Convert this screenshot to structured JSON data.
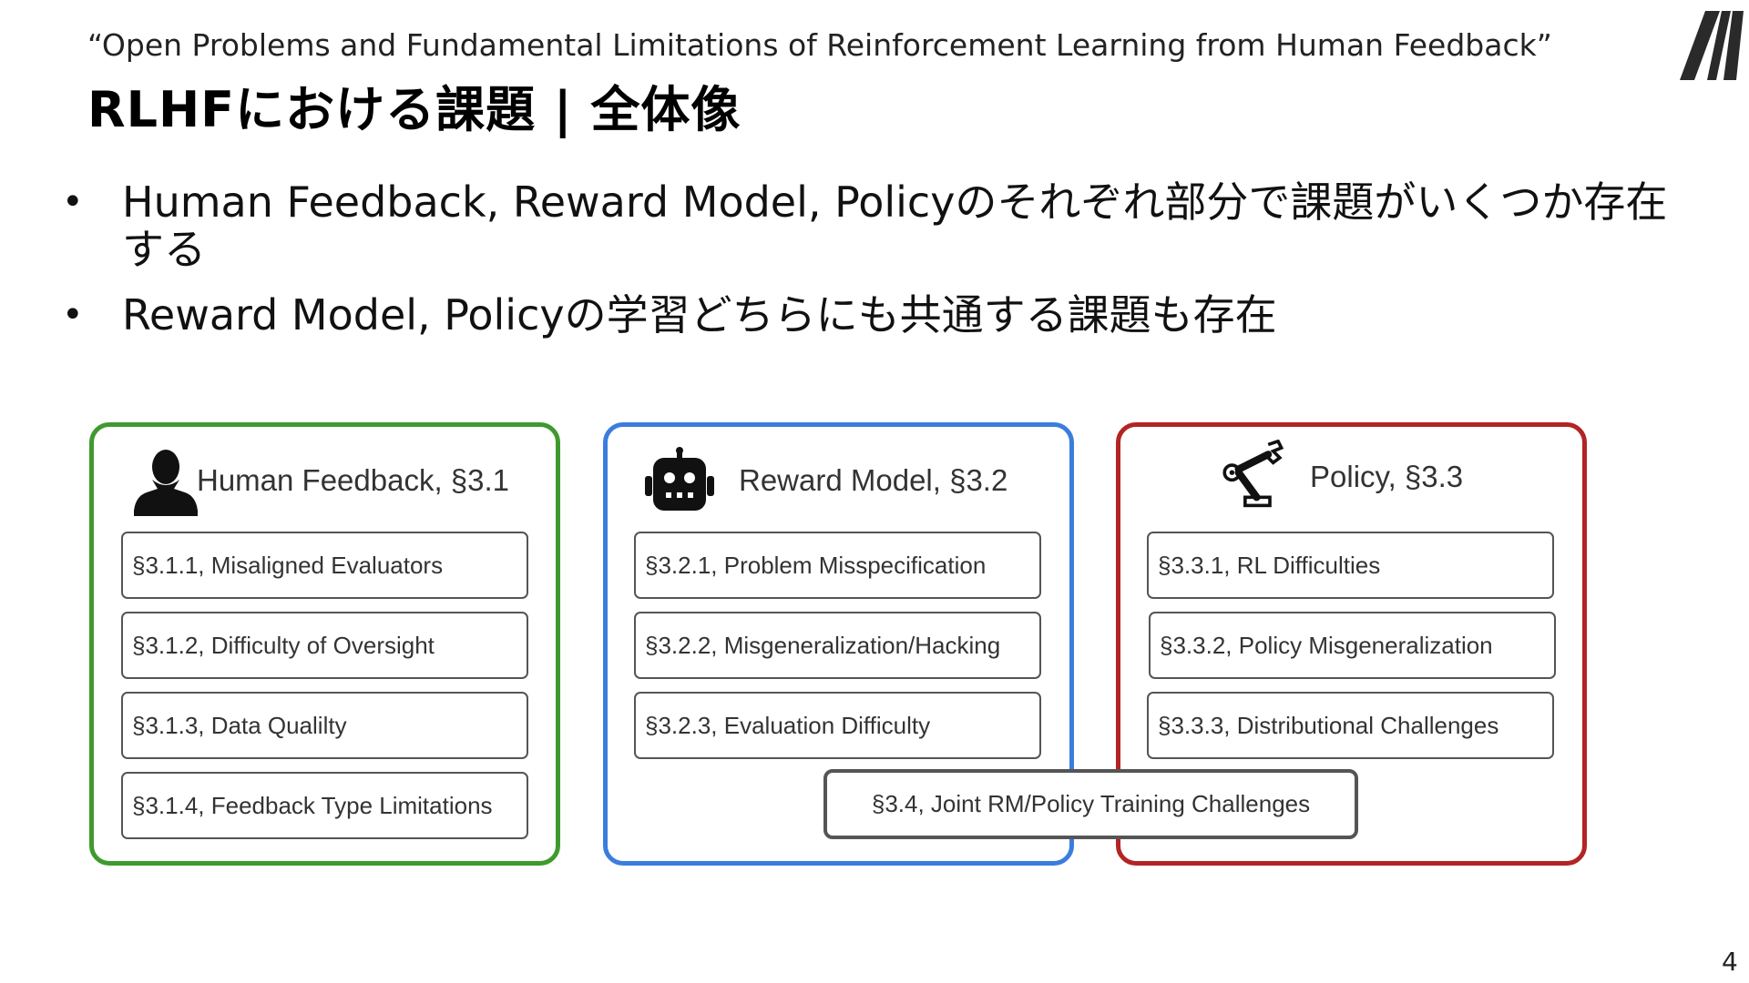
{
  "header": {
    "subtitle": "“Open Problems and Fundamental Limitations of Reinforcement Learning from Human Feedback”",
    "title": "RLHFにおける課題 | 全体像"
  },
  "bullets": [
    "Human Feedback, Reward Model, Policyのそれぞれ部分で課題がいくつか存在する",
    "Reward Model, Policyの学習どちらにも共通する課題も存在"
  ],
  "diagram": {
    "human_feedback": {
      "title": "Human Feedback, §3.1",
      "icon": "person-icon",
      "color": "#3f9a2e",
      "items": [
        "§3.1.1, Misaligned Evaluators",
        "§3.1.2, Difficulty of Oversight",
        "§3.1.3, Data Qualilty",
        "§3.1.4, Feedback Type Limitations"
      ]
    },
    "reward_model": {
      "title": "Reward Model, §3.2",
      "icon": "robot-icon",
      "color": "#3b7ddd",
      "items": [
        "§3.2.1, Problem Misspecification",
        "§3.2.2, Misgeneralization/Hacking",
        "§3.2.3, Evaluation Difficulty"
      ]
    },
    "policy": {
      "title": "Policy, §3.3",
      "icon": "robot-arm-icon",
      "color": "#b32424",
      "items": [
        "§3.3.1, RL Difficulties",
        "§3.3.2, Policy Misgeneralization",
        "§3.3.3, Distributional Challenges"
      ]
    },
    "joint": "§3.4, Joint RM/Policy Training Challenges"
  },
  "page_number": "4"
}
